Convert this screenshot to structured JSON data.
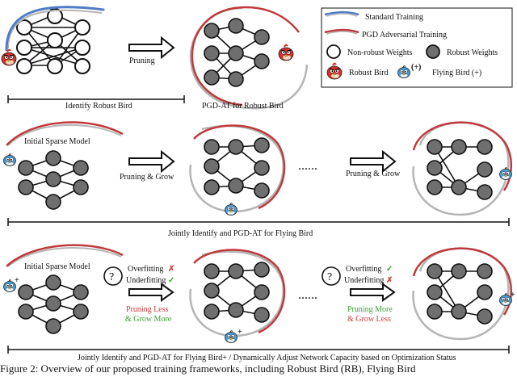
{
  "legend": {
    "standard_training": "Standard Training",
    "pgd_adversarial_training": "PGD Adversarial Training",
    "non_robust_weights": "Non-robust Weights",
    "robust_weights": "Robust Weights",
    "robust_bird": "Robust Bird",
    "flying_bird_plus_symbol": "(+)",
    "flying_bird_plus": "Flying Bird (+)"
  },
  "row1": {
    "arrow_label": "Pruning",
    "bracket_left": "Identify Robust Bird",
    "bracket_right": "PGD-AT for Robust Bird"
  },
  "row2": {
    "initial_model": "Initial Sparse Model",
    "arrow_label_1": "Pruning & Grow",
    "ellipsis": "......",
    "arrow_label_2": "Pruning & Grow",
    "bracket": "Jointly Identify and PGD-AT for Flying Bird"
  },
  "row3": {
    "initial_model": "Initial Sparse Model",
    "question_mark": "?",
    "overfitting": "Overfitting",
    "underfitting": "Underfitting",
    "cross_mark": "✗",
    "check_mark": "✓",
    "action1_line1": "Pruning Less",
    "action1_line2": "& Grow More",
    "ellipsis": "......",
    "action2_line1": "Pruning More",
    "action2_line2": "& Grow Less",
    "bracket": "Jointly Identify and PGD-AT for Flying Bird+ / Dynamically Adjust Network Capacity based on Optimization Status"
  },
  "caption": "Figure 2: Overview of our proposed training frameworks, including Robust Bird (RB), Flying Bird",
  "colors": {
    "standard_arc": "#4f7cc4",
    "pgd_arc": "#c0393b",
    "robust_node": "#6f6f6f",
    "node_stroke": "#111111",
    "red_text": "#d23a3a",
    "green_text": "#3f9e33",
    "bird_red": "#d8302c",
    "bird_blue": "#4a9bd6",
    "arc_gray": "#b5b5b5"
  }
}
